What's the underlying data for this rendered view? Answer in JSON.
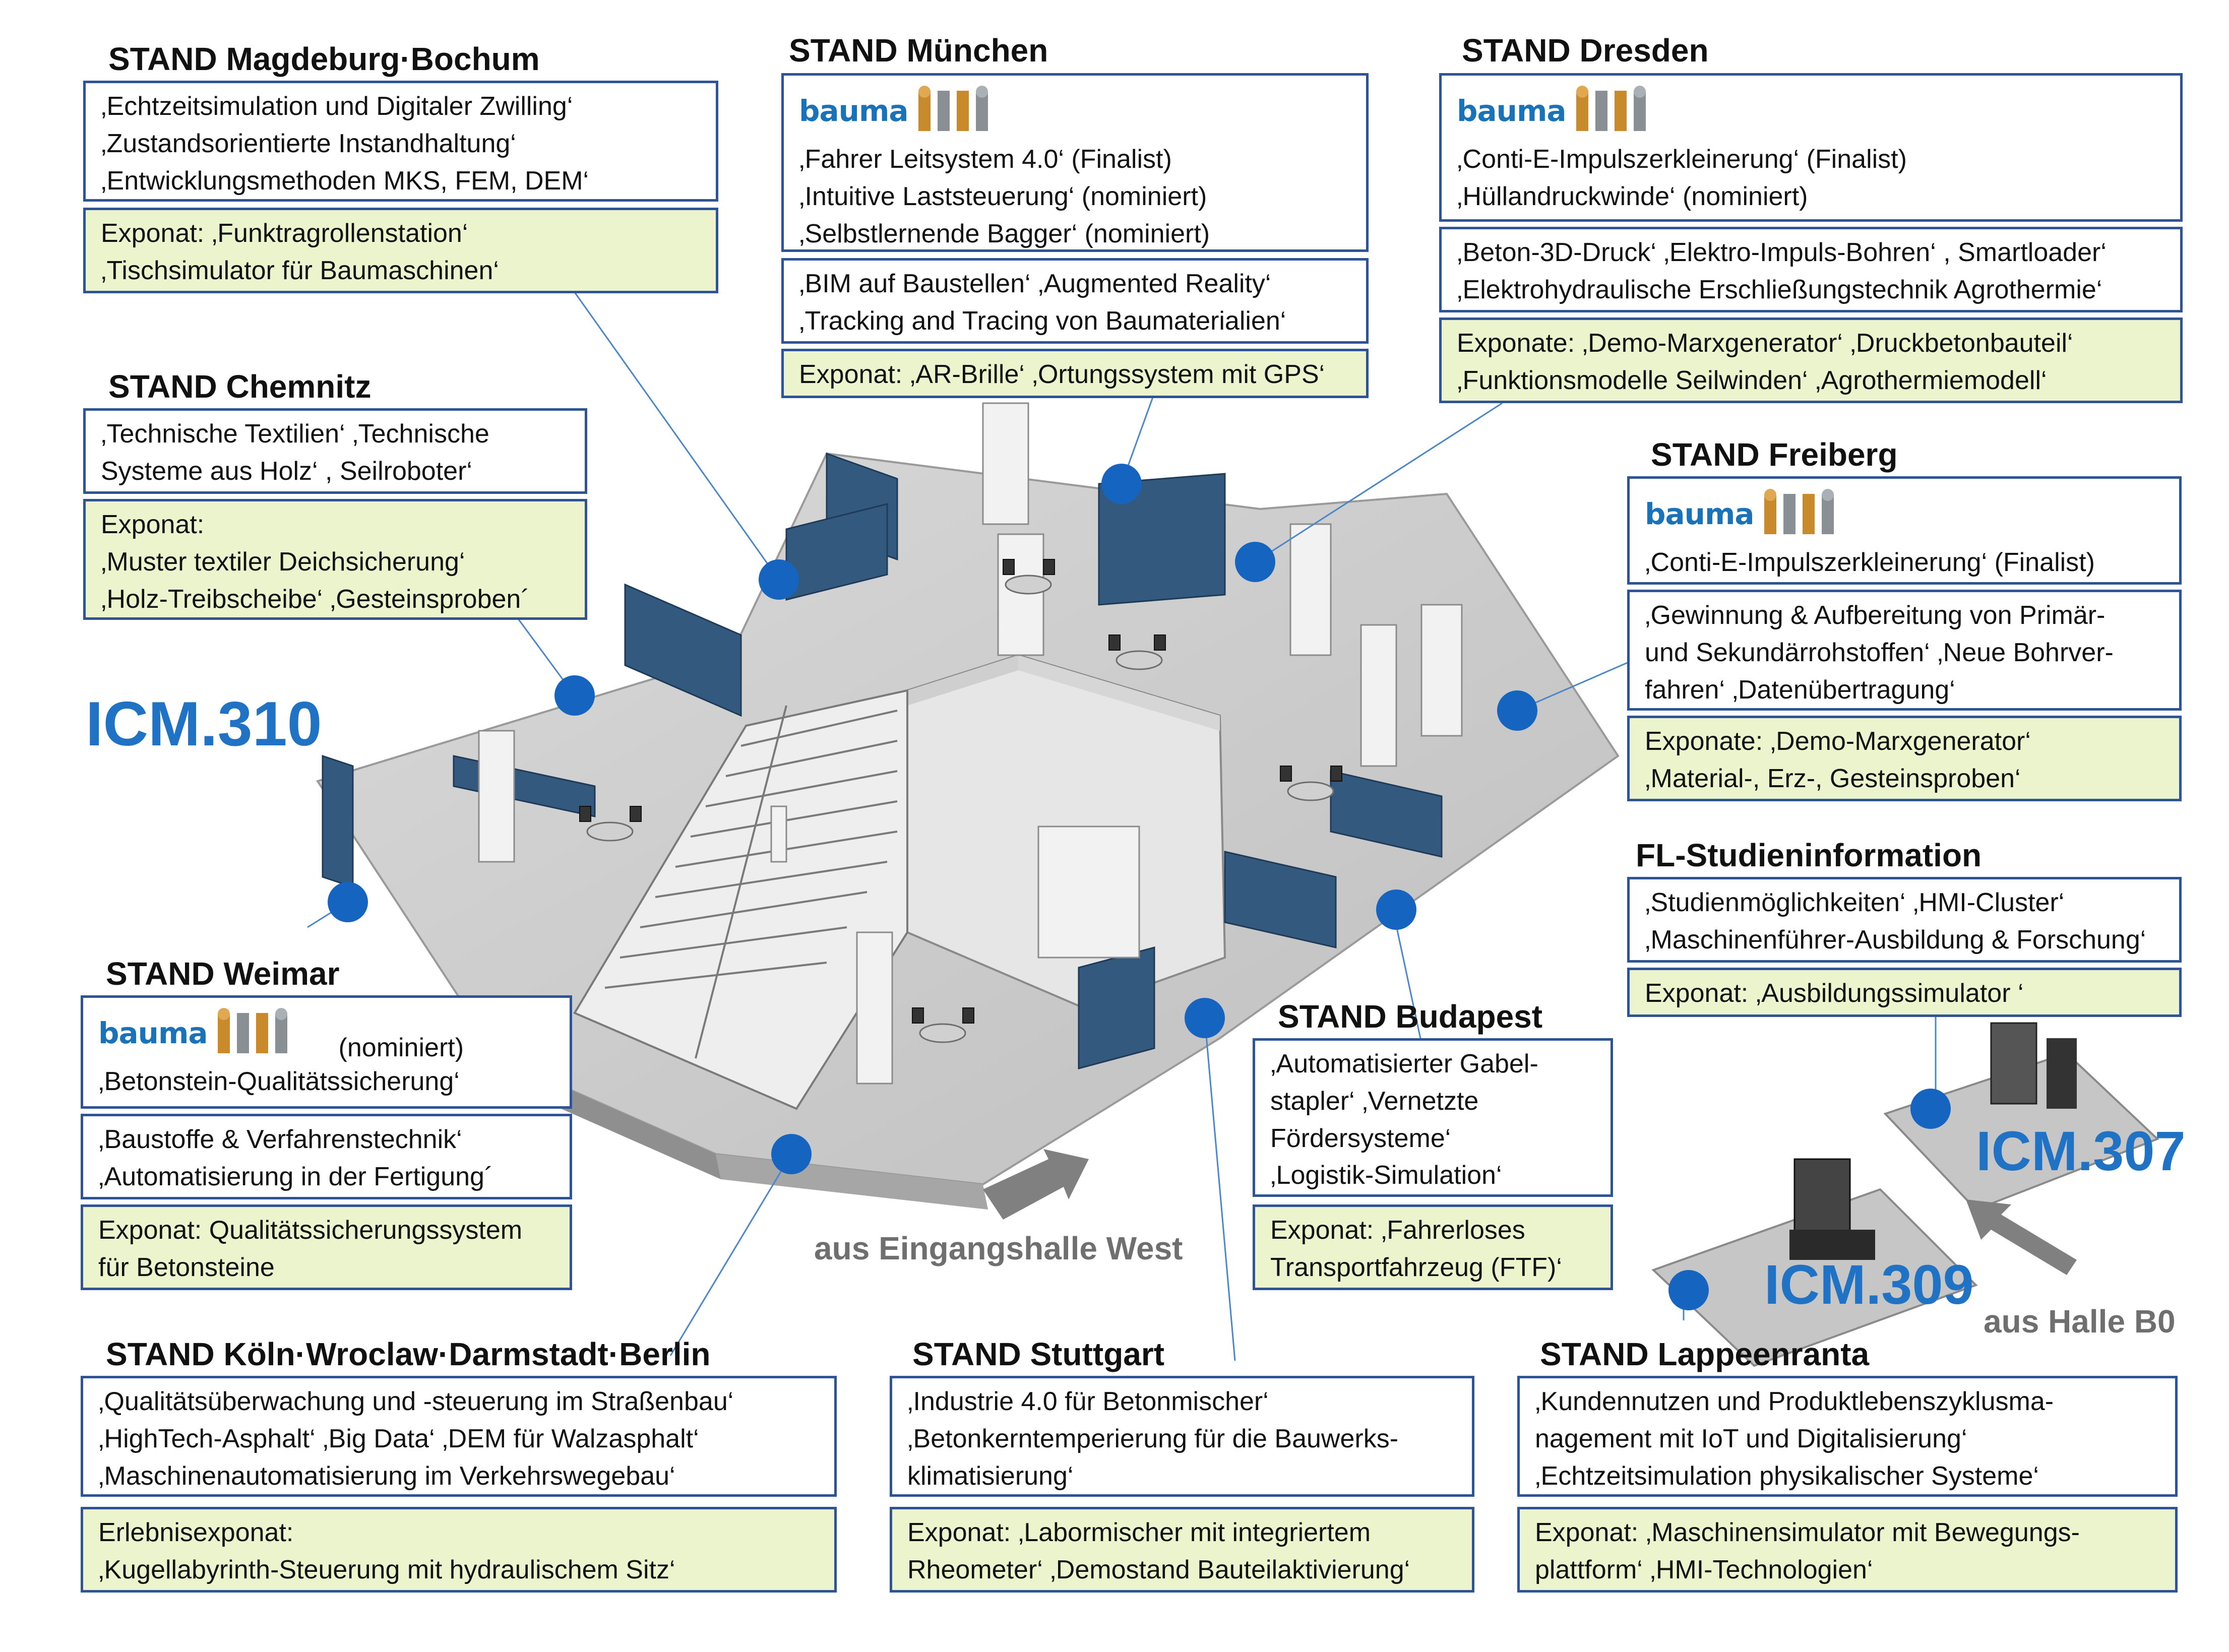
{
  "stands": {
    "magdeburg": {
      "title": "STAND Magdeburg·Bochum",
      "topics": [
        "‚Echtzeitsimulation und Digitaler Zwilling‘",
        "‚Zustandsorientierte Instandhaltung‘",
        "‚Entwicklungsmethoden MKS, FEM, DEM‘"
      ],
      "exhibits": [
        "Exponat: ‚Funktragrollenstation‘",
        "‚Tischsimulator für Baumaschinen‘"
      ]
    },
    "muenchen": {
      "title": "STAND München",
      "logo": "bauma",
      "awards": [
        "‚Fahrer Leitsystem 4.0‘ (Finalist)",
        "‚Intuitive Laststeuerung‘ (nominiert)",
        "‚Selbstlernende Bagger‘ (nominiert)"
      ],
      "topics": [
        "‚BIM auf Baustellen‘ ‚Augmented Reality‘",
        "‚Tracking and Tracing von Baumaterialien‘"
      ],
      "exhibits": [
        "Exponat: ‚AR-Brille‘ ‚Ortungssystem mit GPS‘"
      ]
    },
    "dresden": {
      "title": "STAND Dresden",
      "logo": "bauma",
      "awards": [
        "‚Conti-E-Impulszerkleinerung‘ (Finalist)",
        "‚Hüllandruckwinde‘ (nominiert)"
      ],
      "topics": [
        "‚Beton-3D-Druck‘ ‚Elektro-Impuls-Bohren‘ , Smartloader‘",
        "‚Elektrohydraulische Erschließungstechnik Agrothermie‘"
      ],
      "exhibits": [
        "Exponate: ‚Demo-Marxgenerator‘ ‚Druckbetonbauteil‘",
        "‚Funktionsmodelle Seilwinden‘ ‚Agrothermiemodell‘"
      ]
    },
    "chemnitz": {
      "title": "STAND Chemnitz",
      "topics": [
        "‚Technische Textilien‘ ‚Technische",
        "Systeme aus Holz‘ , Seilroboter‘"
      ],
      "exhibits": [
        "Exponat:",
        "‚Muster textiler Deichsicherung‘",
        "‚Holz-Treibscheibe‘ ‚Gesteinsproben´"
      ]
    },
    "freiberg": {
      "title": "STAND Freiberg",
      "logo": "bauma",
      "awards": [
        "‚Conti-E-Impulszerkleinerung‘ (Finalist)"
      ],
      "topics": [
        "‚Gewinnung & Aufbereitung von Primär-",
        "und Sekundärrohstoffen‘ ‚Neue Bohrver-",
        "fahren‘ ‚Datenübertragung‘"
      ],
      "exhibits": [
        "Exponate: ‚Demo-Marxgenerator‘",
        "‚Material-, Erz-, Gesteinsproben‘"
      ]
    },
    "fl": {
      "title": "FL-Studieninformation",
      "topics": [
        "‚Studienmöglichkeiten‘ ‚HMI-Cluster‘",
        "‚Maschinenführer-Ausbildung & Forschung‘"
      ],
      "exhibits": [
        "Exponat: ‚Ausbildungssimulator ‘"
      ]
    },
    "weimar": {
      "title": "STAND Weimar",
      "logo": "bauma",
      "award_note": "(nominiert)",
      "awards": [
        "‚Betonstein-Qualitätssicherung‘"
      ],
      "topics": [
        "‚Baustoffe & Verfahrenstechnik‘",
        "‚Automatisierung in der Fertigung´"
      ],
      "exhibits": [
        "Exponat: Qualitätssicherungssystem",
        "für Betonsteine"
      ]
    },
    "budapest": {
      "title": "STAND Budapest",
      "topics": [
        "‚Automatisierter Gabel-",
        "stapler‘ ‚Vernetzte",
        "Fördersysteme‘",
        "‚Logistik-Simulation‘"
      ],
      "exhibits": [
        "Exponat: ‚Fahrerloses",
        "Transportfahrzeug (FTF)‘"
      ]
    },
    "koeln": {
      "title": "STAND Köln·Wroclaw·Darmstadt·Berlin",
      "topics": [
        "‚Qualitätsüberwachung und -steuerung im Straßenbau‘",
        "‚HighTech-Asphalt‘ ‚Big Data‘ ‚DEM für Walzasphalt‘",
        "‚Maschinenautomatisierung im Verkehrswegebau‘"
      ],
      "exhibits": [
        "Erlebnisexponat:",
        "‚Kugellabyrinth-Steuerung mit hydraulischem Sitz‘"
      ]
    },
    "stuttgart": {
      "title": "STAND Stuttgart",
      "topics": [
        "‚Industrie 4.0 für Betonmischer‘",
        "‚Betonkerntemperierung für die Bauwerks-",
        "klimatisierung‘"
      ],
      "exhibits": [
        "Exponat: ‚Labormischer mit integriertem",
        "Rheometer‘ ‚Demostand Bauteilaktivierung‘"
      ]
    },
    "lappeenranta": {
      "title": "STAND Lappeenranta",
      "topics": [
        "‚Kundennutzen und Produktlebenszyklusma-",
        "nagement mit IoT und Digitalisierung‘",
        "‚Echtzeitsimulation physikalischer Systeme‘"
      ],
      "exhibits": [
        "Exponat: ‚Maschinensimulator mit Bewegungs-",
        "plattform‘ ‚HMI-Technologien‘"
      ]
    }
  },
  "halls": {
    "icm310": "ICM.310",
    "icm307": "ICM.307",
    "icm309": "ICM.309"
  },
  "entrances": {
    "west": "aus Eingangshalle West",
    "b0": "aus Halle B0"
  },
  "colors": {
    "box_border": "#2f5496",
    "exhibit_fill": "#ebf4cc",
    "marker": "#1565c0",
    "hall_label": "#1f72c4",
    "arrow": "#7f7f7f"
  }
}
